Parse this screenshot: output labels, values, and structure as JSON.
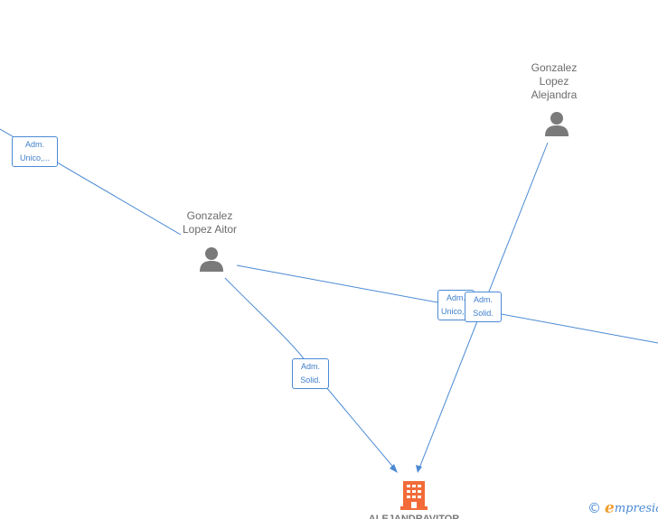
{
  "nodes": {
    "person_aitor": {
      "name": "Gonzalez\nLopez Aitor",
      "icon": "person-icon"
    },
    "person_alejandra": {
      "name": "Gonzalez\nLopez\nAlejandra",
      "icon": "person-icon"
    },
    "company": {
      "name": "ALEJANDRAVITOR",
      "icon": "building-icon",
      "color": "#f26b38"
    }
  },
  "edge_labels": {
    "left_offscreen": "Adm.\nUnico,...",
    "aitor_to_company": "Adm.\nSolid.",
    "aitor_to_right": "Adm.\nUnico,...",
    "alejandra_to_company": "Adm.\nSolid."
  },
  "brand": {
    "copyright": "©",
    "e": "e",
    "name": "mpresia"
  },
  "colors": {
    "edge": "#4a8ad4",
    "person": "#7a7a7a",
    "company": "#f26b38"
  }
}
